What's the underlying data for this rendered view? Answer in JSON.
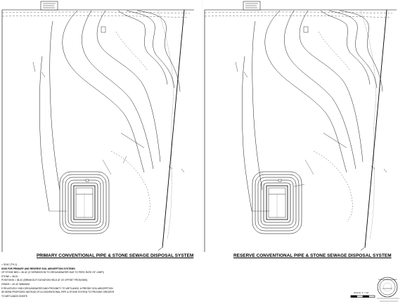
{
  "titles": {
    "primary": "PRIMARY CONVENTIONAL PIPE & STONE SEWAGE DISPOSAL SYSTEM",
    "reserve": "RESERVE CONVENTIONAL PIPE & STONE SEWAGE DISPOSAL SYSTEM"
  },
  "notes": {
    "line1": "= 32.6C (TH-1)",
    "heading": "IONS FOR PRIMARY AND RESERVE SOIL ABSORPTION SYSTEMS:",
    "line2": "OF STONE BED = 36.4C (3' SEPARATION TO GROUNDWATER DUE TO PERC RATE OF <2MPI)",
    "line3": "STONE = 36.0C",
    "line4": "POSITIONS = 38.4C (BREAKOUT ELEVATION HELD AT 15' OFFSET FROM BED)",
    "line5": "GRADE = 40.4C MINIMUM",
    "line6": "E RELATIVELY HIGH GROUNDWATER AND PROXIMITY TO WETLANDS, A PRESBY SOIL ABSORPTION",
    "line7": "SE BEEN PROPOSED INSTEAD OF A CONVENTIONAL PIPE & STONE SYSTEM TO PROVIDE GREATER",
    "line8": "TO WETLANDS ONSITE."
  },
  "scale_text": "SCALE: 1\" = 20'",
  "stamp_text": "PROFESSIONAL ENGINEER",
  "colors": {
    "line": "#000000",
    "background": "#ffffff"
  }
}
